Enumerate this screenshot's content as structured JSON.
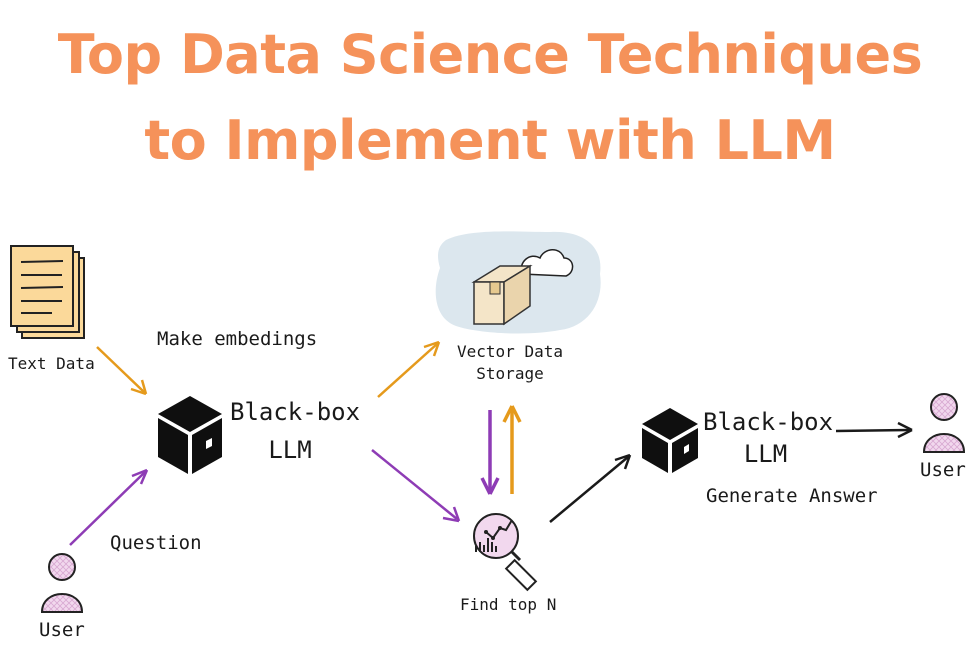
{
  "title": {
    "line1": "Top Data Science Techniques",
    "line2": "to Implement with LLM"
  },
  "labels": {
    "text_data": "Text Data",
    "make_embeddings": "Make embedings",
    "llm1_line1": "Black-box",
    "llm1_line2": "LLM",
    "question": "Question",
    "user_left": "User",
    "vector_line1": "Vector Data",
    "vector_line2": "Storage",
    "find_top_n": "Find top N",
    "llm2_line1": "Black-box",
    "llm2_line2": "LLM",
    "generate_answer": "Generate Answer",
    "user_right": "User"
  },
  "colors": {
    "title": "#F5925A",
    "embed_arrow": "#E59A1C",
    "query_arrow": "#8E3CB5",
    "answer_arrow": "#1A1A1A",
    "paper_fill": "#FBD99A",
    "user_fill": "#F2D8EE",
    "cloud_fill": "#DCE7EE",
    "box_fill": "#F4E5C8",
    "cube_fill": "#0F0F0F"
  },
  "icons": [
    "documents-icon",
    "cube-icon",
    "user-icon",
    "cloud-icon",
    "package-box-icon",
    "magnifier-chart-icon"
  ]
}
